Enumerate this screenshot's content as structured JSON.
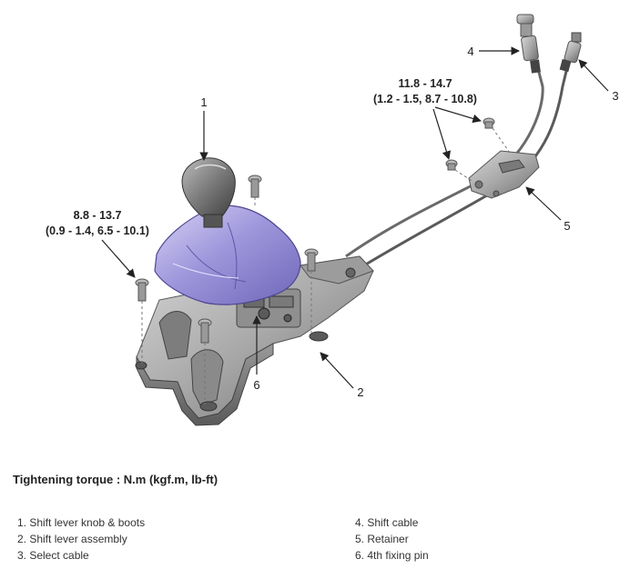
{
  "diagram": {
    "callouts": [
      "1",
      "2",
      "3",
      "4",
      "5",
      "6"
    ],
    "torque_top": {
      "value": "11.8 - 14.7",
      "alt": "(1.2 - 1.5, 8.7 - 10.8)"
    },
    "torque_left": {
      "value": "8.8 - 13.7",
      "alt": "(0.9 - 1.4, 6.5 - 10.1)"
    }
  },
  "title": "Tightening torque : N.m (kgf.m, lb-ft)",
  "legend": {
    "left": [
      "1. Shift lever knob & boots",
      "2. Shift lever assembly",
      "3. Select cable"
    ],
    "right": [
      "4. Shift cable",
      "5. Retainer",
      "6. 4th fixing pin"
    ]
  }
}
